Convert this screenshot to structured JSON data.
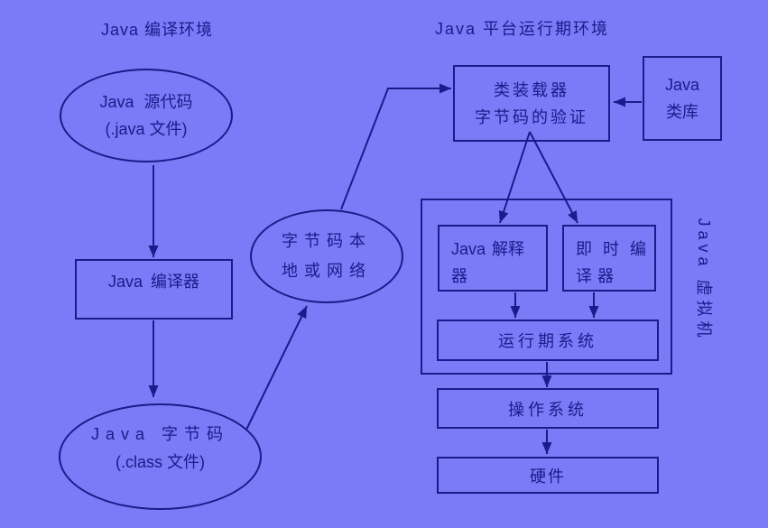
{
  "colors": {
    "background": "#7b7bf7",
    "ink": "#1b1b8b"
  },
  "left_section": {
    "title": "Java 编译环境",
    "source_ellipse": {
      "line1": "Java 源代码",
      "line2": "(.java 文件)"
    },
    "compiler_box": {
      "label": "Java 编译器"
    },
    "bytecode_ellipse": {
      "line1": "Java 字节码",
      "line2": "(.class 文件)"
    }
  },
  "middle_section": {
    "network_ellipse": {
      "line1": "字节码本",
      "line2": "地或网络"
    }
  },
  "runtime_section": {
    "title": "Java 平台运行期环境",
    "classloader_box": {
      "line1": "类装载器",
      "line2": "字节码的验证"
    },
    "classlib_box": {
      "line1": "Java",
      "line2": "类库"
    },
    "interpreter_box": {
      "line1": "Java 解释",
      "line2": "器"
    },
    "jit_box": {
      "line1": "即时编",
      "line2": "译器"
    },
    "runtime_box": {
      "label": "运行期系统"
    },
    "os_box": {
      "label": "操作系统"
    },
    "hardware_box": {
      "label": "硬件"
    },
    "jvm_label": "Java 虚拟机"
  }
}
